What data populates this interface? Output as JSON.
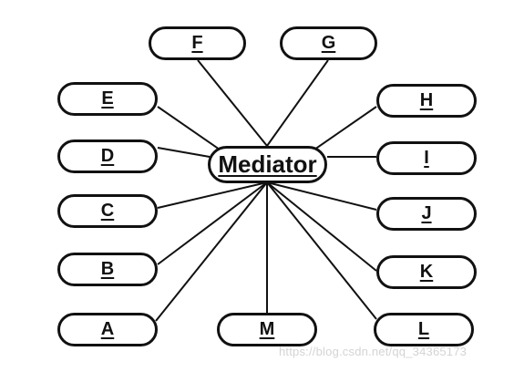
{
  "diagram": {
    "hub": {
      "id": "mediator",
      "label": "Mediator"
    },
    "nodes": [
      {
        "id": "f",
        "label": "F"
      },
      {
        "id": "g",
        "label": "G"
      },
      {
        "id": "e",
        "label": "E"
      },
      {
        "id": "h",
        "label": "H"
      },
      {
        "id": "d",
        "label": "D"
      },
      {
        "id": "i",
        "label": "I"
      },
      {
        "id": "c",
        "label": "C"
      },
      {
        "id": "j",
        "label": "J"
      },
      {
        "id": "b",
        "label": "B"
      },
      {
        "id": "k",
        "label": "K"
      },
      {
        "id": "a",
        "label": "A"
      },
      {
        "id": "m",
        "label": "M"
      },
      {
        "id": "l",
        "label": "L"
      }
    ],
    "edges": [
      [
        "mediator",
        "f"
      ],
      [
        "mediator",
        "g"
      ],
      [
        "mediator",
        "e"
      ],
      [
        "mediator",
        "h"
      ],
      [
        "mediator",
        "d"
      ],
      [
        "mediator",
        "i"
      ],
      [
        "mediator",
        "c"
      ],
      [
        "mediator",
        "j"
      ],
      [
        "mediator",
        "b"
      ],
      [
        "mediator",
        "k"
      ],
      [
        "mediator",
        "a"
      ],
      [
        "mediator",
        "m"
      ],
      [
        "mediator",
        "l"
      ]
    ],
    "colors": {
      "stroke": "#111111",
      "background": "#ffffff"
    }
  },
  "watermark": "https://blog.csdn.net/qq_34365173"
}
